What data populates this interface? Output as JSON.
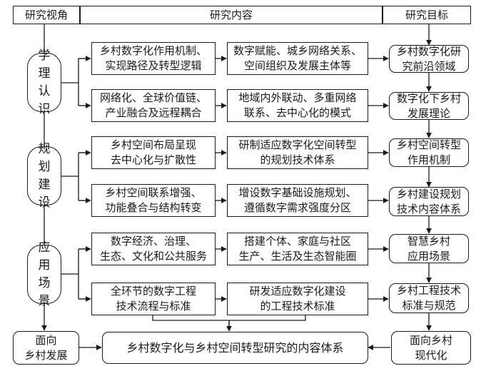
{
  "headers": {
    "left": "研究视角",
    "middle": "研究内容",
    "right": "研究目标"
  },
  "perspectives": [
    {
      "label": "学\n理\n认\n识"
    },
    {
      "label": "规\n划\n建\n设"
    },
    {
      "label": "应\n用\n场\n景"
    }
  ],
  "rows": [
    {
      "left": "乡村数字化作用机制、\n实现路径及转型逻辑",
      "middle": "数字赋能、城乡网络关系、\n空间组织及发展主体等",
      "right": "乡村数字化研\n究前沿领域"
    },
    {
      "left": "网络化、全球价值链、\n产业融合及远程耦合",
      "middle": "地域内外联动、多重网络\n联系、去中心化的模式",
      "right": "数字化下乡村\n发展理论"
    },
    {
      "left": "乡村空间布局呈现\n去中心化与扩散性",
      "middle": "研制适应数字化空间转型\n的规划技术体系",
      "right": "乡村空间转型\n作用机制"
    },
    {
      "left": "乡村空间联系增强、\n功能叠合与结构转变",
      "middle": "增设数字基础设施规划、\n遵循数字需求强度分区",
      "right": "乡村建设规划\n技术内容体系"
    },
    {
      "left": "数字经济、治理、\n生态、文化和公共服务",
      "middle": "搭建个体、家庭与社区\n生产、生活及生态智能圈",
      "right": "智慧乡村\n应用场景"
    },
    {
      "left": "全环节的数字工程\n技术流程与标准",
      "middle": "研发适应数字化建设\n的工程技术标准",
      "right": "乡村工程技术\n标准与规范"
    }
  ],
  "footer": {
    "left": "面向\n乡村发展",
    "center": "乡村数字化与乡村空间转型研究的内容体系",
    "right": "面向乡村\n现代化"
  }
}
